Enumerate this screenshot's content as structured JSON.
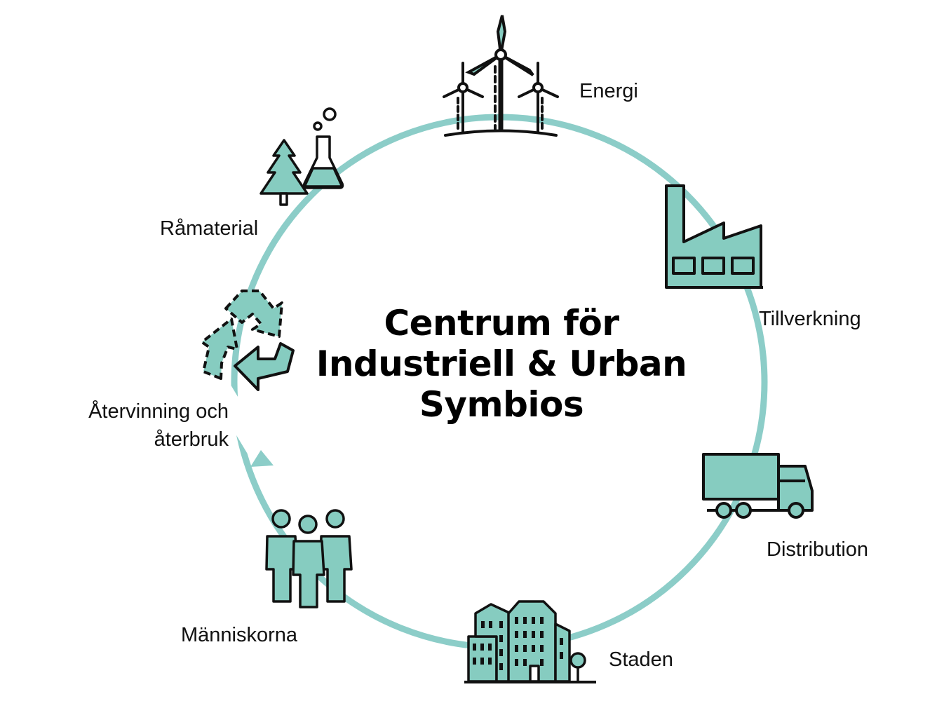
{
  "title": {
    "line1": "Centrum för",
    "line2": "Industriell & Urban",
    "line3": "Symbios"
  },
  "nodes": {
    "energy": {
      "label": "Energi",
      "icon": "wind-turbines-icon"
    },
    "manufacturing": {
      "label": "Tillverkning",
      "icon": "factory-icon"
    },
    "distribution": {
      "label": "Distribution",
      "icon": "truck-icon"
    },
    "city": {
      "label": "Staden",
      "icon": "city-buildings-icon"
    },
    "people": {
      "label": "Människorna",
      "icon": "people-icon"
    },
    "recycling": {
      "label_line1": "Återvinning och",
      "label_line2": "återbruk",
      "icon": "recycle-icon"
    },
    "raw_material": {
      "label": "Råmaterial",
      "icon": "tree-flask-icon"
    }
  },
  "colors": {
    "ring": "#8ccdc8",
    "icon_fill": "#86ccc0",
    "outline": "#111111",
    "text": "#111111"
  }
}
